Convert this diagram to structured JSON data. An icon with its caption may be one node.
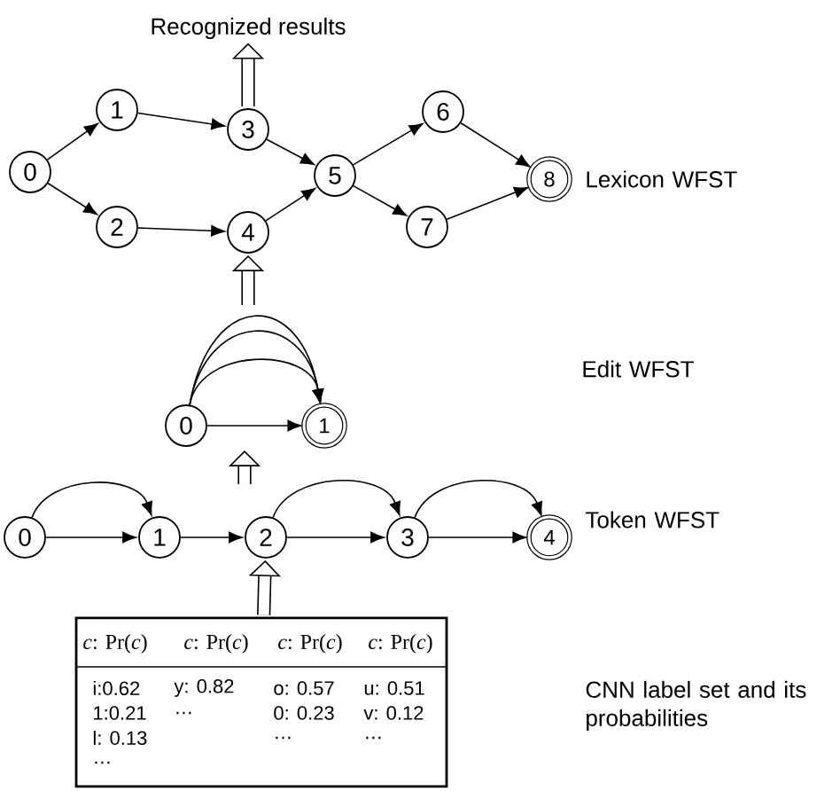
{
  "diagram": {
    "nodes": [
      {
        "text": [
          "Recognized results"
        ]
      },
      {
        "text": [
          "0"
        ]
      },
      {
        "text": [
          "1"
        ]
      },
      {
        "text": [
          "2"
        ]
      },
      {
        "text": [
          "3"
        ]
      },
      {
        "text": [
          "4"
        ]
      },
      {
        "text": [
          "5"
        ]
      },
      {
        "text": [
          "6"
        ]
      },
      {
        "text": [
          "7"
        ]
      },
      {
        "text": [
          "8"
        ]
      },
      {
        "text": [
          "0"
        ]
      },
      {
        "text": [
          "1"
        ]
      },
      {
        "text": [
          "0"
        ]
      },
      {
        "text": [
          "1"
        ]
      },
      {
        "text": [
          "2"
        ]
      },
      {
        "text": [
          "3"
        ]
      },
      {
        "text": [
          "4"
        ]
      },
      {
        "text": [
          "*c*: Pr(*c*)",
          "*c*: Pr(*c*)",
          "*c*: Pr(*c*)",
          "*c*: Pr(*c*)",
          "i:0.62",
          "y: 0.82",
          "o: 0.57",
          "u: 0.51",
          "1:0.21",
          "…",
          "0: 0.23",
          "v: 0.12",
          "l: 0.13",
          "…",
          "…",
          "…"
        ]
      }
    ],
    "edges": [
      {
        "from": 1,
        "to": 2,
        "arrow": "to"
      },
      {
        "from": 1,
        "to": 3,
        "arrow": "to"
      },
      {
        "from": 2,
        "to": 4,
        "arrow": "to"
      },
      {
        "from": 3,
        "to": 5,
        "arrow": "to"
      },
      {
        "from": 4,
        "to": 6,
        "arrow": "to"
      },
      {
        "from": 5,
        "to": 6,
        "arrow": "to"
      },
      {
        "from": 6,
        "to": 7,
        "arrow": "to"
      },
      {
        "from": 6,
        "to": 8,
        "arrow": "to"
      },
      {
        "from": 7,
        "to": 9,
        "arrow": "to"
      },
      {
        "from": 8,
        "to": 9,
        "arrow": "to"
      },
      {
        "from": 4,
        "to": 0,
        "arrow": "to",
        "style": "thick"
      },
      {
        "from": null,
        "to": 5,
        "arrow": "to",
        "style": "thick"
      },
      {
        "from": 10,
        "to": 11,
        "arrow": "to"
      },
      {
        "from": 10,
        "to": 11,
        "arrow": "to"
      },
      {
        "from": 10,
        "to": 11,
        "arrow": "to"
      },
      {
        "from": 10,
        "to": 11,
        "arrow": "to"
      },
      {
        "from": 12,
        "to": 13,
        "arrow": "to"
      },
      {
        "from": 13,
        "to": 14,
        "arrow": "to"
      },
      {
        "from": 14,
        "to": 15,
        "arrow": "to"
      },
      {
        "from": 15,
        "to": 16,
        "arrow": "to"
      },
      {
        "from": 12,
        "to": 13,
        "arrow": "to"
      },
      {
        "from": 14,
        "to": 15,
        "arrow": "to"
      },
      {
        "from": 15,
        "to": 16,
        "arrow": "to"
      },
      {
        "from": 17,
        "to": 14,
        "arrow": "to",
        "style": "thick"
      }
    ],
    "labels": [
      "Lexicon WFST",
      "Edit WFST",
      "Token WFST",
      "CNN label set and its probabilities"
    ]
  }
}
